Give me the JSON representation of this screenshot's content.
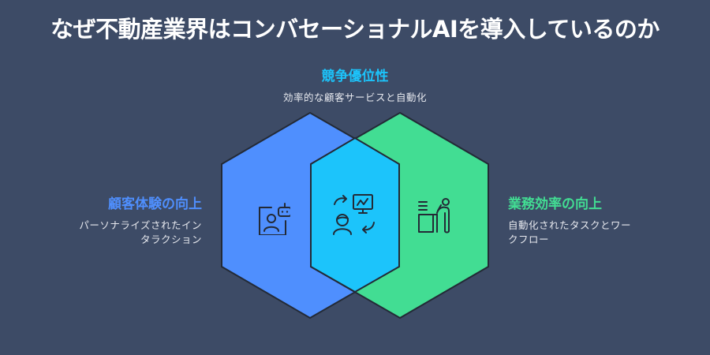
{
  "title": "なぜ不動産業界はコンバセーショナルAIを導入しているのか",
  "colors": {
    "background": "#3d4b66",
    "blue": "#4f8ffe",
    "cyan": "#1cc4fb",
    "green": "#42dd93",
    "stroke": "#232a36"
  },
  "sections": {
    "top": {
      "label": "競争優位性",
      "description": "効率的な顧客サービスと自動化",
      "color": "#1cc4fb",
      "icon": "person-chart-exchange-icon"
    },
    "left": {
      "label": "顧客体験の向上",
      "description_line1": "パーソナライズされたイン",
      "description_line2": "タラクション",
      "color": "#4f8ffe",
      "icon": "user-chatbot-icon"
    },
    "right": {
      "label": "業務効率の向上",
      "description_line1": "自動化されたタスクとワー",
      "description_line2": "クフロー",
      "color": "#42dd93",
      "icon": "person-at-desk-icon"
    }
  }
}
